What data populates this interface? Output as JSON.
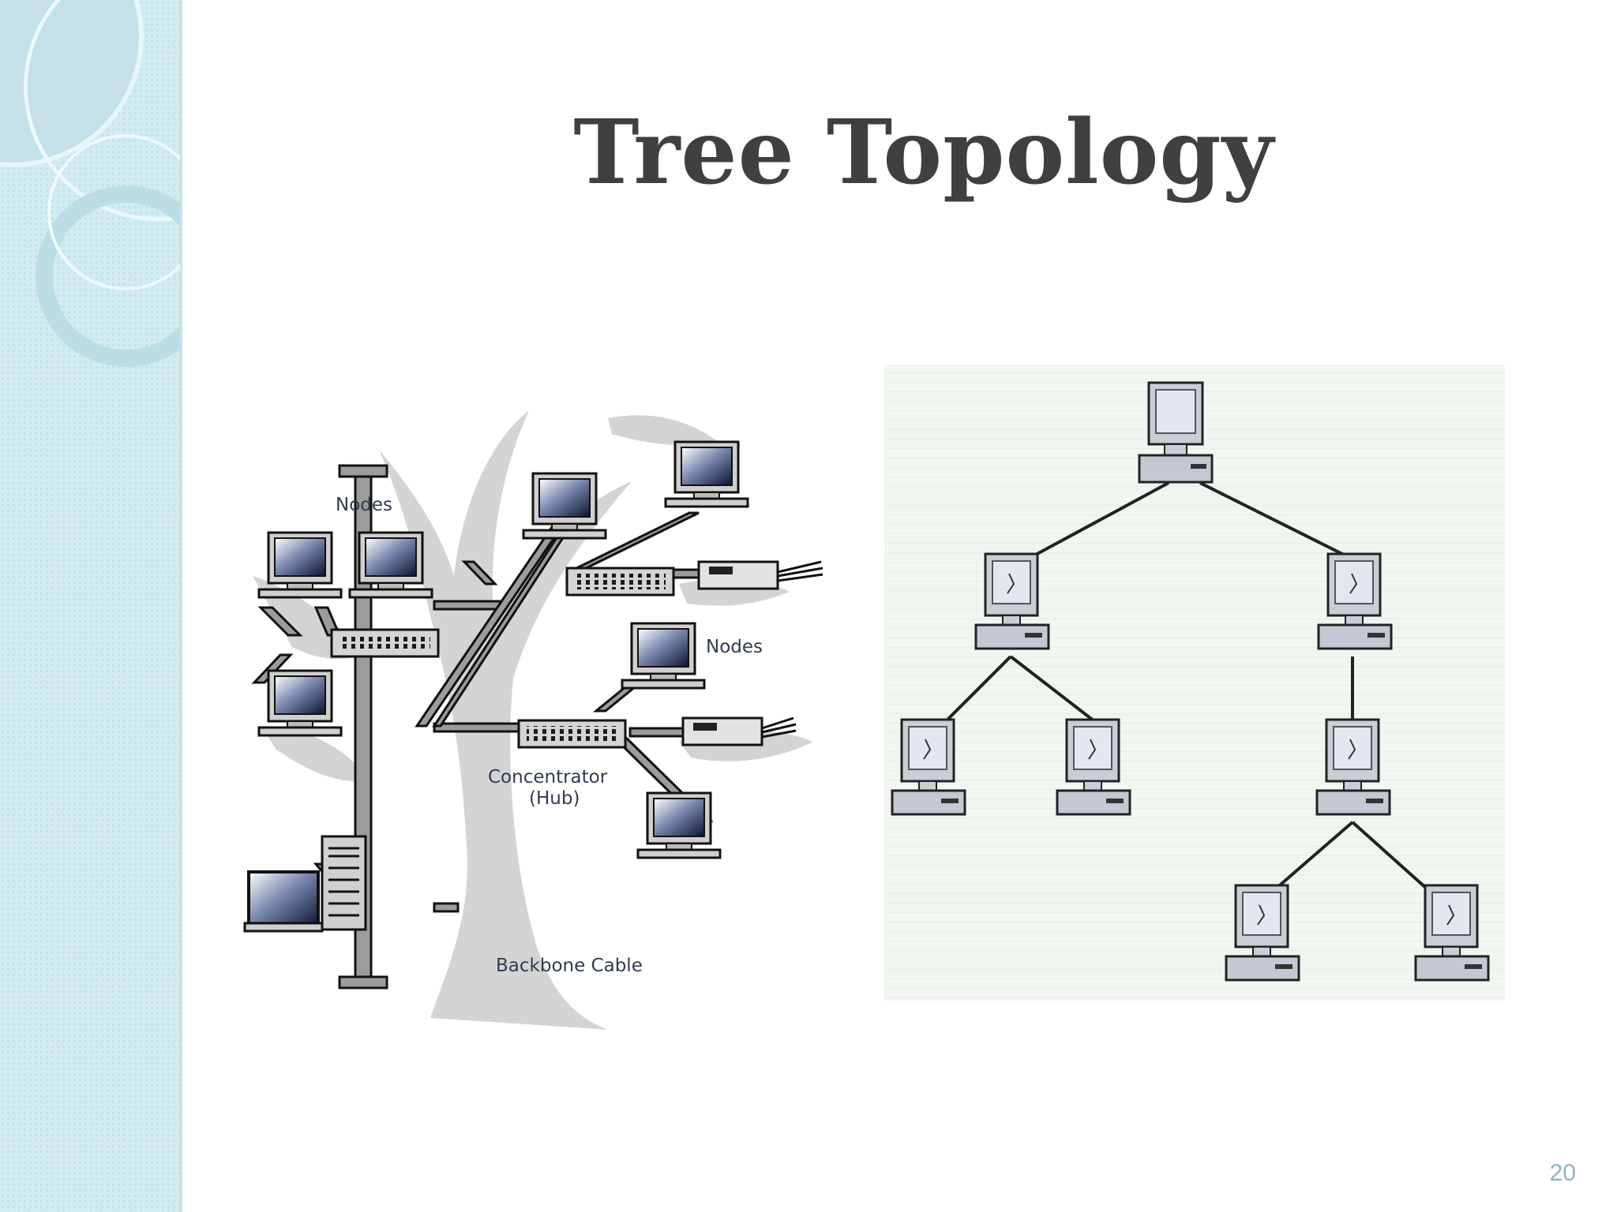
{
  "slide": {
    "title": "Tree Topology",
    "number": "20"
  },
  "left_diagram": {
    "labels": {
      "nodes_top": "Nodes",
      "nodes_right": "Nodes",
      "hub_line1": "Concentrator",
      "hub_line2": "(Hub)",
      "backbone": "Backbone Cable"
    }
  },
  "colors": {
    "title": "#404040",
    "band": "#d2ecf2",
    "slide_number": "#8cb4c2"
  }
}
